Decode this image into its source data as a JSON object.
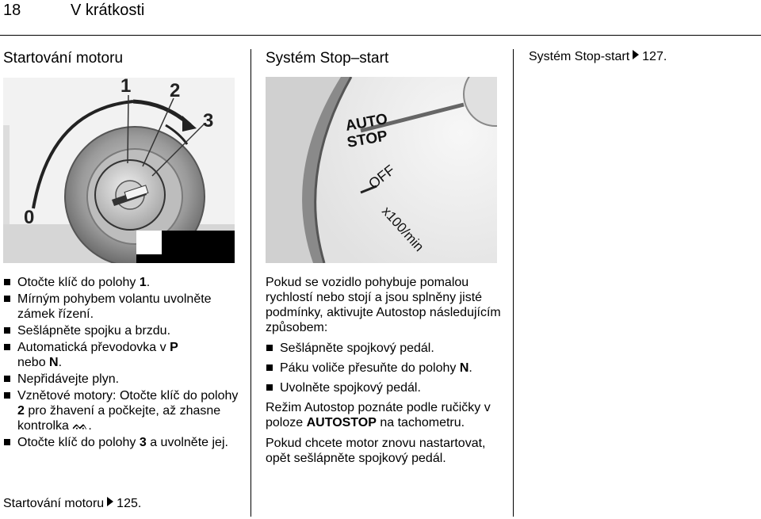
{
  "header": {
    "page_number": "18",
    "title": "V krátkosti"
  },
  "left": {
    "heading": "Startování motoru",
    "figure": {
      "labels": [
        "0",
        "1",
        "2",
        "3"
      ]
    },
    "bullets": [
      {
        "a": "Otočte klíč do polohy ",
        "b": "1",
        "c": "."
      },
      {
        "a": "Mírným pohybem volantu uvolněte zámek řízení.",
        "b": "",
        "c": ""
      },
      {
        "a": "Sešlápněte spojku a brzdu.",
        "b": "",
        "c": ""
      },
      {
        "a": "Automatická převodovka v ",
        "b": "P",
        "c": ""
      },
      {
        "a": "Nepřidávejte plyn.",
        "b": "",
        "c": ""
      },
      {
        "a": "Vznětové motory: Otočte klíč do polohy ",
        "b": "2",
        "c": " pro žhavení a počkejte, až zhasne kontrolka "
      },
      {
        "a": "Otočte klíč do polohy ",
        "b": "3",
        "c": " a uvolněte jej."
      }
    ],
    "bullet4_line2_a": "nebo ",
    "bullet4_line2_b": "N",
    "bullet4_line2_c": ".",
    "glow_symbol": "ᨐ",
    "ref_text": "Startování motoru",
    "ref_page": "125."
  },
  "middle": {
    "heading": "Systém Stop–start",
    "gauge": {
      "auto": "AUTO",
      "stop": "STOP",
      "off": "OFF",
      "unit": "x100/min"
    },
    "para1": "Pokud se vozidlo pohybuje pomalou rychlostí nebo stojí a jsou splněny jisté podmínky, aktivujte Autostop následujícím způsobem:",
    "bullets": [
      {
        "a": "Sešlápněte spojkový pedál.",
        "b": "",
        "c": ""
      },
      {
        "a": "Páku voliče přesuňte do polohy ",
        "b": "N",
        "c": "."
      },
      {
        "a": "Uvolněte spojkový pedál.",
        "b": "",
        "c": ""
      }
    ],
    "para2_a": "Režim Autostop poznáte podle ručičky v poloze ",
    "para2_b": "AUTOSTOP",
    "para2_c": " na tachometru.",
    "para3": "Pokud chcete motor znovu nastartovat, opět sešlápněte spojkový pedál."
  },
  "right": {
    "ref_text": "Systém Stop-start",
    "ref_page": "127."
  }
}
